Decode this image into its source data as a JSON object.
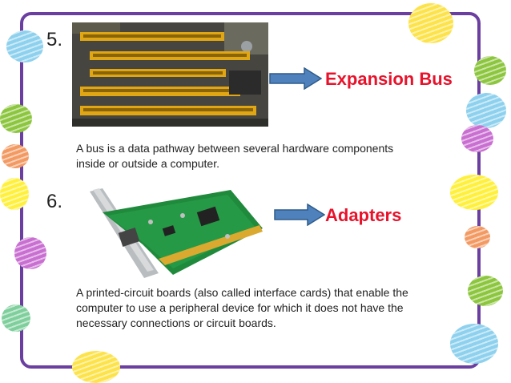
{
  "items": [
    {
      "number": "5.",
      "title": "Expansion Bus",
      "description_lines": [
        "A bus is a data pathway between several hardware components",
        "inside or outside a computer."
      ],
      "image_subject": "motherboard-expansion-slots"
    },
    {
      "number": "6.",
      "title": "Adapters",
      "description_lines": [
        "A printed-circuit boards (also called interface cards) that enable the",
        "computer to use a peripheral device for which it does not have the",
        "necessary connections or circuit boards."
      ],
      "image_subject": "network-interface-card"
    }
  ],
  "colors": {
    "title": "#e8122b",
    "arrow_fill": "#4f81bd",
    "arrow_stroke": "#2e5c8a",
    "frame": "#6a3fa0"
  }
}
